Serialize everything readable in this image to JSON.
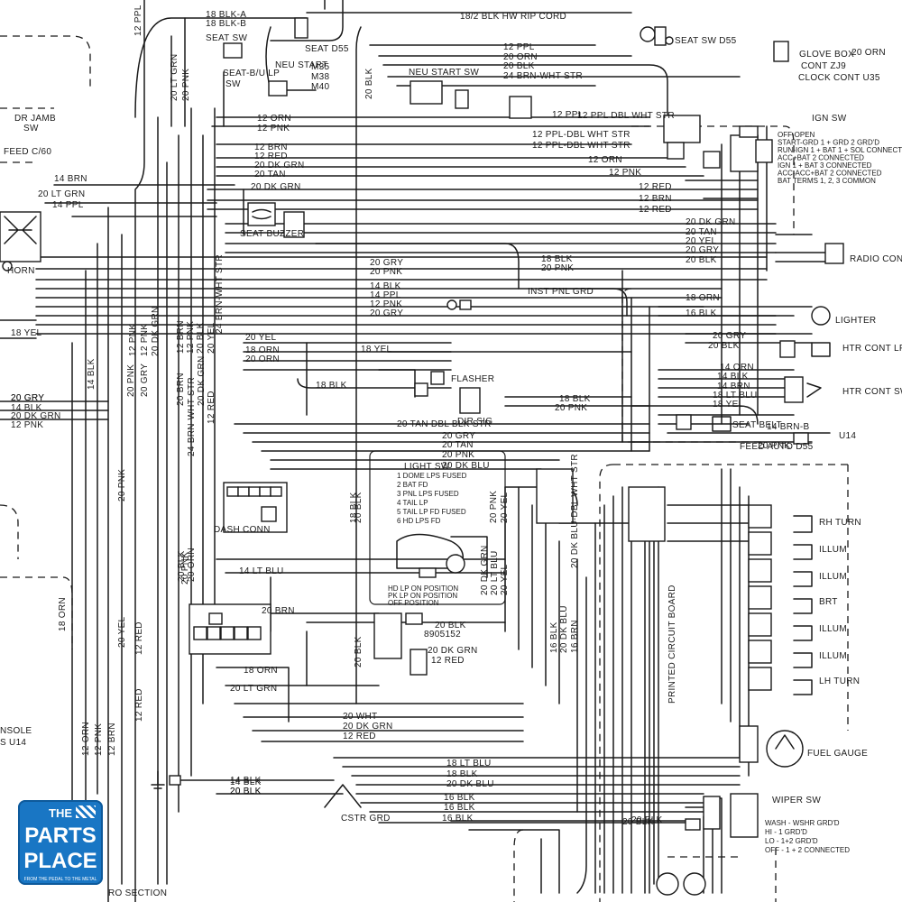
{
  "wires": {
    "top": [
      "18 BLK-A",
      "18 BLK-B",
      "18/2 BLK HW RIP CORD",
      "12 PPL",
      "20 ORN",
      "20 BLK",
      "24 BRN-WHT STR"
    ],
    "left_vertical": [
      "12 PPL",
      "20 LT GRN",
      "20 PNK",
      "20 BLK",
      "20 PNK",
      "20 YEL",
      "12 RED",
      "18 ORN",
      "12 ORN",
      "12 PNK",
      "12 BRN",
      "20 PNK"
    ],
    "left_horizontal": [
      "12 ORN",
      "12 PNK",
      "12 BRN",
      "12 RED",
      "20 DK GRN",
      "20 TAN",
      "20 DK GRN",
      "14 BRN",
      "20 LT GRN",
      "14 PPL",
      "20 GRY",
      "18 YEL",
      "14 BLK",
      "20 GRY",
      "14 BLK",
      "20 DK GRN",
      "12 PNK"
    ],
    "center": [
      "20 GRY",
      "20 PNK",
      "14 BLK",
      "14 PPL",
      "12 PNK",
      "20 GRY",
      "20 YEL",
      "18 ORN",
      "20 ORN",
      "18 YEL",
      "18 BLK",
      "20 TAN DBL BLK STR",
      "20 GRY",
      "20 TAN",
      "20 PNK",
      "20 DK BLU",
      "14 LT BLU",
      "20 BRN",
      "18 ORN",
      "20 LT GRN",
      "20 WHT",
      "20 DK GRN",
      "12 RED",
      "14 BLK",
      "20 BLK",
      "20 BLK",
      "20 DK GRN",
      "12 RED",
      "20 BLK"
    ],
    "center_vertical": [
      "20 PNK",
      "20 GRY",
      "12 PNK",
      "12 PNK",
      "20 DK GRN",
      "12 BRN",
      "12 PNK",
      "20 BLK",
      "20 YEL",
      "20 BRN",
      "12 RED",
      "20 DK GRN",
      "24 BRN-WHT STR",
      "20 BLK",
      "20 ORN",
      "20 BLK",
      "18 BLK",
      "20 DK GRN",
      "20 LT BLU",
      "20 YEL",
      "20 PNK",
      "20 YEL",
      "16 BLK",
      "20 DK BLU",
      "16 BRN",
      "20 DK BLU-DBL WHT STR",
      "24 BRN-WHT STR",
      "20 BLK",
      "12 RED"
    ],
    "right": [
      "20 ORN",
      "12 PPL DBL WHT STR",
      "12 PPL",
      "12 PPL-DBL WHT STR",
      "12 PPL-DBL WHT STR",
      "12 ORN",
      "12 PNK",
      "12 RED",
      "12 BRN",
      "12 RED",
      "20 DK GRN",
      "20 TAN",
      "20 YEL",
      "20 GRY",
      "20 BLK",
      "18 BLK",
      "20 PNK",
      "18 ORN",
      "16 BLK",
      "20 GRY",
      "20 BLK",
      "14 ORN",
      "14 BLK",
      "14 BRN",
      "18 LT BLU",
      "18 YEL",
      "18 BLK",
      "20 PNK",
      "14 BRN-B",
      "20 PNK"
    ],
    "bottom": [
      "18 LT BLU",
      "18 BLK",
      "20 DK BLU",
      "16 BLK",
      "16 BLK",
      "16 BLK",
      "20 BLK",
      "14 BLK",
      "20 BLK"
    ]
  },
  "components": {
    "seat_sw_d55_top": "SEAT SW D55",
    "seat_sw": "SEAT SW",
    "seat_sw_d55": "SEAT D55",
    "seat_blu_lp": "SEAT-B/U LP",
    "sw": "SW",
    "neu_start": "NEU START",
    "m35": "M35",
    "m38": "M38",
    "m40": "M40",
    "neu_start_sw": "NEU START SW",
    "glove_box": "GLOVE BOX",
    "cont_zj9": "CONT ZJ9",
    "clock_cont": "CLOCK CONT U35",
    "dr_jamb": "DR JAMB",
    "dr_jamb_sw": "SW",
    "feed": "FEED C/60",
    "horn": "HORN",
    "ign_sw": "IGN SW",
    "ign_legend": [
      "OFF-OPEN",
      "START-GRD 1 + GRD 2 GRD'D",
      "RUN-IGN 1 + BAT 1 + SOL CONNECTED",
      "ACC+BAT 2 CONNECTED",
      "IGN 1 + BAT 3 CONNECTED",
      "ACC-ACC+BAT 2 CONNECTED",
      "BAT TERMS 1, 2, 3 COMMON"
    ],
    "seat_buzzer": "SEAT BUZZER",
    "radio_cont": "RADIO CONT",
    "inst_pnl_grd": "INST PNL GRD",
    "lighter": "LIGHTER",
    "htr_cont_lp": "HTR CONT LP",
    "htr_cont_sw": "HTR CONT SW",
    "flasher": "FLASHER",
    "dir_sig": "DIR SIG",
    "seat_belt": "SEAT BELT",
    "feed_auto": "FEED AUTO D55",
    "u14": "U14",
    "dash_conn": "DASH CONN",
    "light_sw": "LIGHT SW",
    "light_sw_legend": [
      "1 DOME LPS FUSED",
      "2 BAT FD",
      "3 PNL LPS FUSED",
      "4 TAIL LP",
      "5 TAIL LP FD FUSED",
      "6 HD LPS FD"
    ],
    "light_sw_positions": [
      "HD LP ON POSITION",
      "PK LP ON POSITION",
      "OFF POSITION"
    ],
    "part_no": "8905152",
    "printed_circuit_board": "PRINTED CIRCUIT BOARD",
    "rh_turn": "RH TURN",
    "illum_1": "ILLUM",
    "illum_2": "ILLUM",
    "brt": "BRT",
    "illum_3": "ILLUM",
    "illum_4": "ILLUM",
    "lh_turn": "LH TURN",
    "fuel_gauge": "FUEL GAUGE",
    "wiper_sw": "WIPER SW",
    "wiper_legend": [
      "WASH - WSHR GRD'D",
      "HI - 1 GRD'D",
      "LO - 1+2 GRD'D",
      "OFF - 1 + 2 CONNECTED"
    ],
    "cstr_grd": "CSTR GRD",
    "console": "NSOLE",
    "u14_left": "S U14",
    "section": "RO SECTION"
  },
  "logo": {
    "line1": "THE",
    "line2": "PARTS",
    "line3": "PLACE",
    "tagline": "FROM THE PEDAL TO THE METAL",
    "color": "#1976c4"
  }
}
